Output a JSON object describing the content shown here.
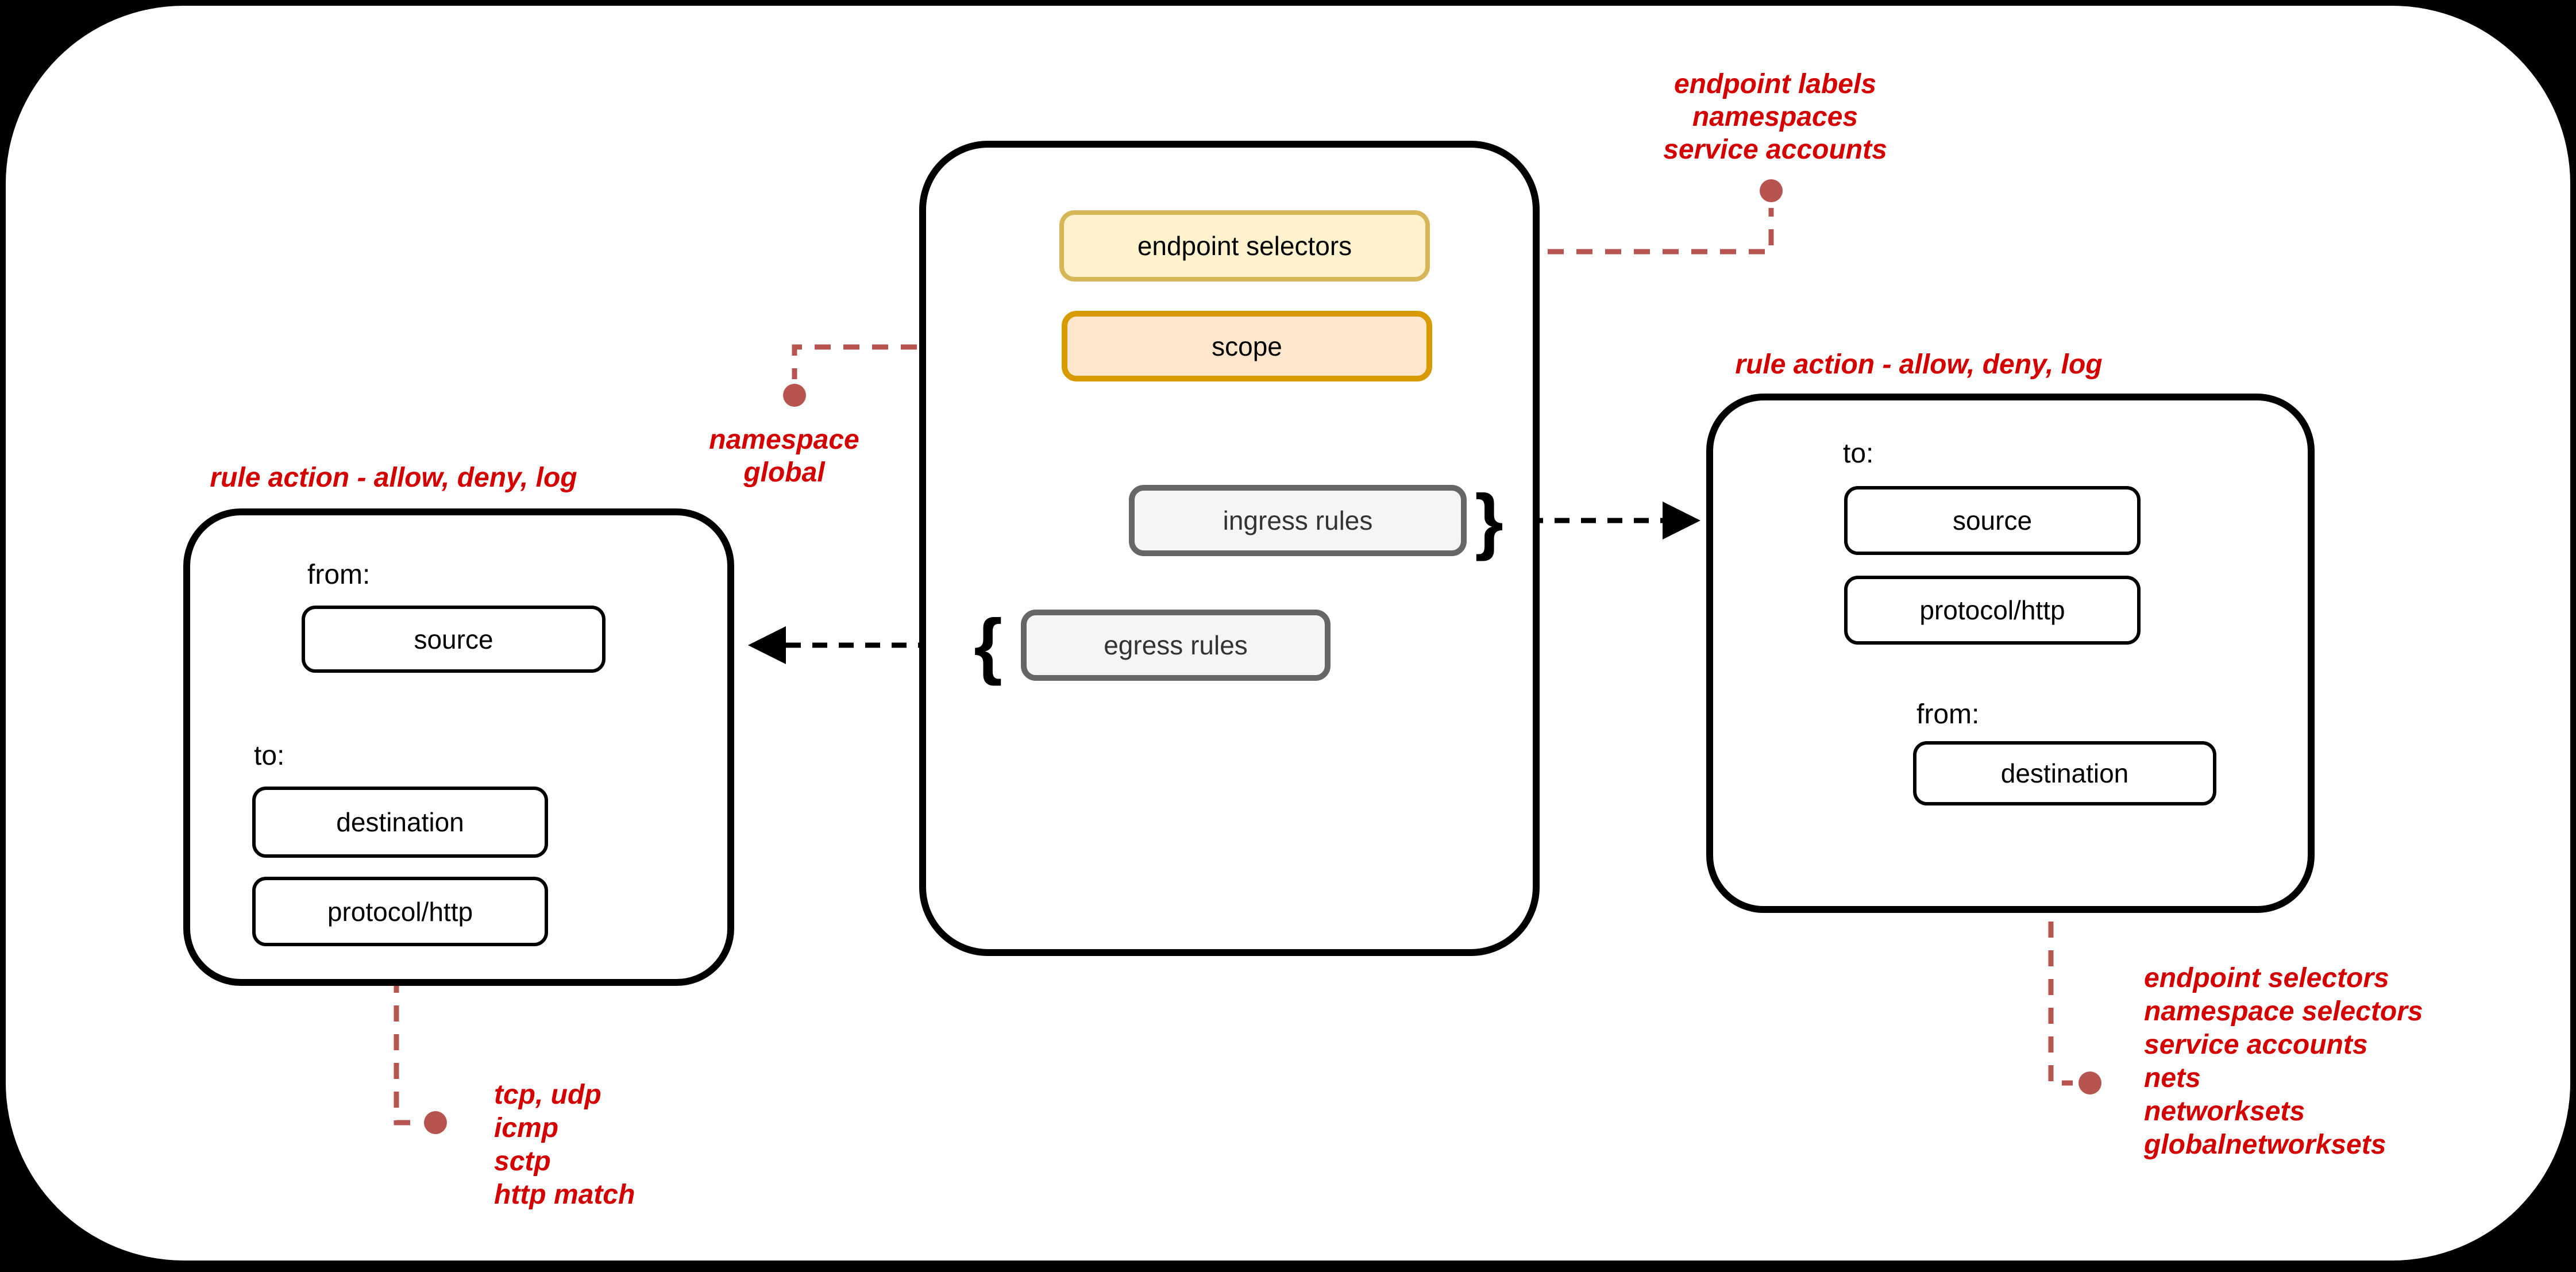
{
  "colors": {
    "canvas_bg": "#000000",
    "page_bg": "#ffffff",
    "box_border": "#000000",
    "yellow_fill": "#fff2cc",
    "yellow_border": "#d6b656",
    "orange_fill": "#ffe6cc",
    "orange_border": "#d79b00",
    "gray_fill": "#f5f5f5",
    "gray_border": "#666666",
    "gray_text": "#333333",
    "annotation_red": "#d40000",
    "connector_red": "#b85450"
  },
  "policy_box": {
    "endpoint_selectors": "endpoint selectors",
    "scope": "scope",
    "ingress_rules": "ingress rules",
    "egress_rules": "egress rules",
    "brace_open": "{",
    "brace_close": "}"
  },
  "egress_rule_box": {
    "from_label": "from:",
    "source": "source",
    "to_label": "to:",
    "destination": "destination",
    "protocol": "protocol/http"
  },
  "ingress_rule_box": {
    "to_label": "to:",
    "source": "source",
    "protocol": "protocol/http",
    "from_label": "from:",
    "destination": "destination"
  },
  "annotations": {
    "endpoint_selector_options": {
      "lines": [
        "endpoint labels",
        "namespaces",
        "service accounts"
      ]
    },
    "scope_options": {
      "lines": [
        "namespace",
        "global"
      ]
    },
    "rule_action_left": "rule action - allow, deny, log",
    "rule_action_right": "rule action - allow, deny, log",
    "protocol_options": {
      "lines": [
        "tcp, udp",
        "icmp",
        "sctp",
        "http match"
      ]
    },
    "peer_options": {
      "lines": [
        "endpoint selectors",
        "namespace selectors",
        "service accounts",
        "nets",
        "networksets",
        "globalnetworksets"
      ]
    }
  }
}
